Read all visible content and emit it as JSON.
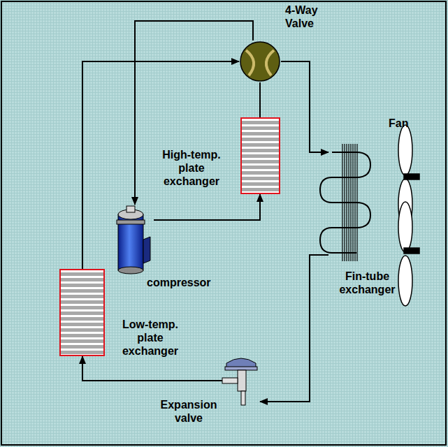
{
  "diagram": {
    "nodes": [
      {
        "text": [
          "4-Way Valve"
        ]
      },
      {
        "text": [
          "High-temp. plate exchanger"
        ]
      },
      {
        "text": [
          "compressor"
        ]
      },
      {
        "text": [
          "Fin-tube exchanger"
        ]
      },
      {
        "text": [
          "Low-temp. plate exchanger"
        ]
      },
      {
        "text": [
          "Expansion valve"
        ]
      }
    ],
    "edges": [
      {
        "from": 2,
        "to": 1,
        "arrow": "to"
      },
      {
        "from": 1,
        "to": 0,
        "arrow": "none"
      },
      {
        "from": 0,
        "to": 2,
        "arrow": "to"
      },
      {
        "from": 4,
        "to": 0,
        "arrow": "to"
      },
      {
        "from": 0,
        "to": 3,
        "arrow": "to"
      },
      {
        "from": 3,
        "to": 5,
        "arrow": "to"
      },
      {
        "from": 5,
        "to": 4,
        "arrow": "to"
      }
    ],
    "labels": [
      "Fan"
    ]
  }
}
